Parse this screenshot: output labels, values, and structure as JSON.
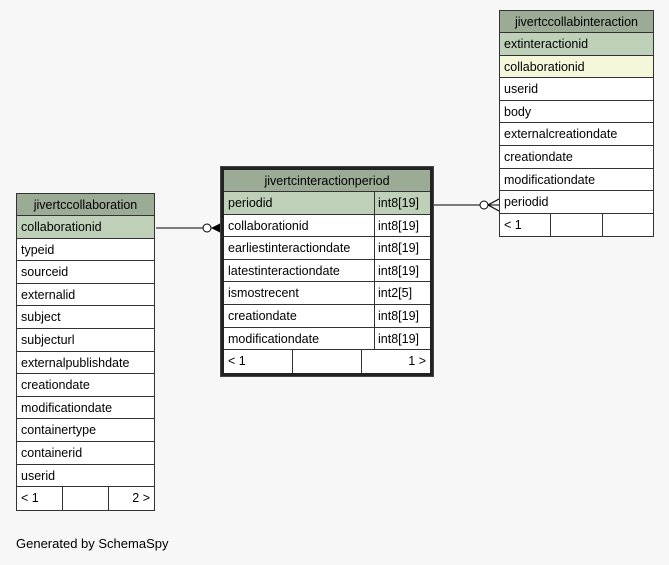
{
  "tables": {
    "collaboration": {
      "name": "jivertccollaboration",
      "columns": [
        {
          "name": "collaborationid",
          "key": "pk"
        },
        {
          "name": "typeid",
          "key": ""
        },
        {
          "name": "sourceid",
          "key": ""
        },
        {
          "name": "externalid",
          "key": ""
        },
        {
          "name": "subject",
          "key": ""
        },
        {
          "name": "subjecturl",
          "key": ""
        },
        {
          "name": "externalpublishdate",
          "key": ""
        },
        {
          "name": "creationdate",
          "key": ""
        },
        {
          "name": "modificationdate",
          "key": ""
        },
        {
          "name": "containertype",
          "key": ""
        },
        {
          "name": "containerid",
          "key": ""
        },
        {
          "name": "userid",
          "key": ""
        }
      ],
      "footer": [
        "< 1",
        "",
        "2 >"
      ]
    },
    "interactionperiod": {
      "name": "jivertcinteractionperiod",
      "columns": [
        {
          "name": "periodid",
          "type": "int8[19]",
          "key": "pk"
        },
        {
          "name": "collaborationid",
          "type": "int8[19]",
          "key": ""
        },
        {
          "name": "earliestinteractiondate",
          "type": "int8[19]",
          "key": ""
        },
        {
          "name": "latestinteractiondate",
          "type": "int8[19]",
          "key": ""
        },
        {
          "name": "ismostrecent",
          "type": "int2[5]",
          "key": ""
        },
        {
          "name": "creationdate",
          "type": "int8[19]",
          "key": ""
        },
        {
          "name": "modificationdate",
          "type": "int8[19]",
          "key": ""
        }
      ],
      "footer": [
        "< 1",
        "",
        "1 >"
      ]
    },
    "collabinteraction": {
      "name": "jivertccollabinteraction",
      "columns": [
        {
          "name": "extinteractionid",
          "key": "pk"
        },
        {
          "name": "collaborationid",
          "key": "fk"
        },
        {
          "name": "userid",
          "key": ""
        },
        {
          "name": "body",
          "key": ""
        },
        {
          "name": "externalcreationdate",
          "key": ""
        },
        {
          "name": "creationdate",
          "key": ""
        },
        {
          "name": "modificationdate",
          "key": ""
        },
        {
          "name": "periodid",
          "key": ""
        }
      ],
      "footer": [
        "< 1",
        "",
        ""
      ]
    }
  },
  "footer_note": "Generated by SchemaSpy",
  "colors": {
    "background": "#f7f7f7",
    "header": "#9bab96",
    "primary_key": "#bed1b8",
    "foreign_key": "#f4f7da"
  }
}
